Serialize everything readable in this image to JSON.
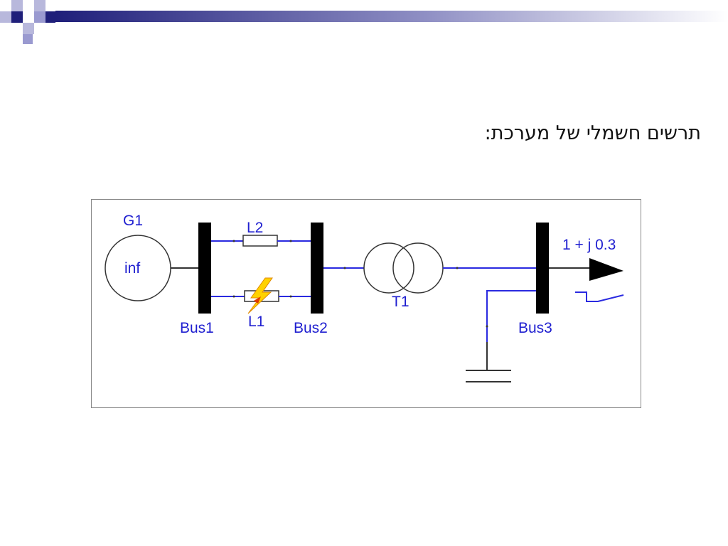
{
  "slide": {
    "title": "תרשים חשמלי של מערכת:"
  },
  "diagram": {
    "generator": {
      "name": "G1",
      "value": "inf"
    },
    "buses": [
      "Bus1",
      "Bus2",
      "Bus3"
    ],
    "lines": [
      "L2",
      "L1"
    ],
    "transformer": "T1",
    "load": "1 + j 0.3",
    "colors": {
      "wire": "#2a2ae0",
      "bus": "#000000",
      "label": "#1f1fd0",
      "fault": "#ffd200",
      "theme_dark": "#1f1f7a",
      "theme_light": "#9a9ad0"
    }
  }
}
